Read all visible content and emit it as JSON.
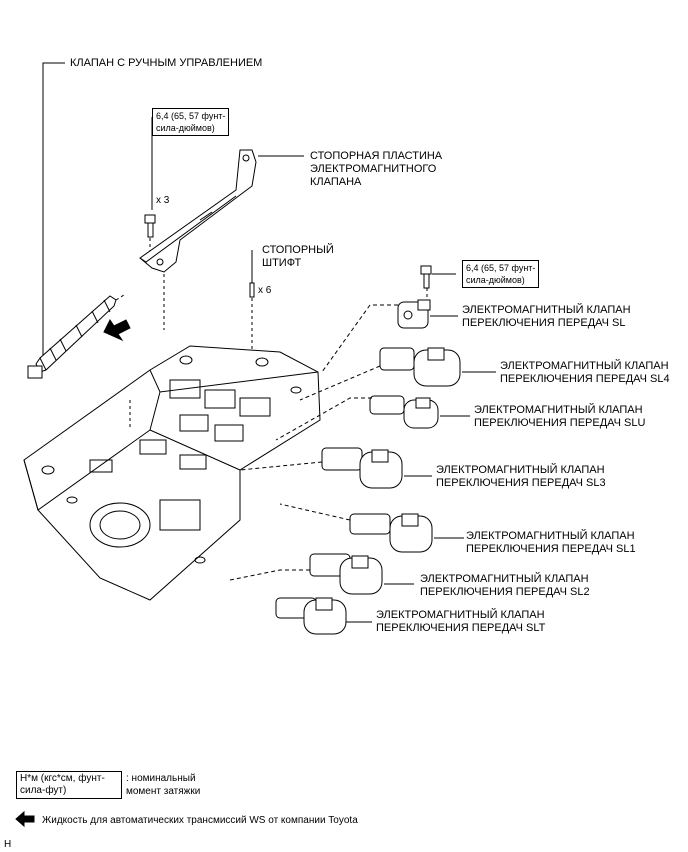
{
  "labels": {
    "manual_valve": "КЛАПАН С РУЧНЫМ УПРАВЛЕНИЕМ",
    "torque_top_line1": "6,4 (65, 57 фунт-",
    "torque_top_line2": "сила-дюймов)",
    "count_x3": "x 3",
    "lock_plate_line1": "СТОПОРНАЯ ПЛАСТИНА",
    "lock_plate_line2": "ЭЛЕКТРОМАГНИТНОГО",
    "lock_plate_line3": "КЛАПАНА",
    "stop_pin_line1": "СТОПОРНЫЙ",
    "stop_pin_line2": "ШТИФТ",
    "count_x6": "x 6",
    "torque_right_line1": "6,4 (65, 57 фунт-",
    "torque_right_line2": "сила-дюймов)"
  },
  "solenoids": [
    {
      "line1": "ЭЛЕКТРОМАГНИТНЫЙ КЛАПАН",
      "line2": "ПЕРЕКЛЮЧЕНИЯ ПЕРЕДАЧ SL"
    },
    {
      "line1": "ЭЛЕКТРОМАГНИТНЫЙ КЛАПАН",
      "line2": "ПЕРЕКЛЮЧЕНИЯ ПЕРЕДАЧ SL4"
    },
    {
      "line1": "ЭЛЕКТРОМАГНИТНЫЙ КЛАПАН",
      "line2": "ПЕРЕКЛЮЧЕНИЯ ПЕРЕДАЧ SLU"
    },
    {
      "line1": "ЭЛЕКТРОМАГНИТНЫЙ КЛАПАН",
      "line2": "ПЕРЕКЛЮЧЕНИЯ ПЕРЕДАЧ SL3"
    },
    {
      "line1": "ЭЛЕКТРОМАГНИТНЫЙ КЛАПАН",
      "line2": "ПЕРЕКЛЮЧЕНИЯ ПЕРЕДАЧ SL1"
    },
    {
      "line1": "ЭЛЕКТРОМАГНИТНЫЙ КЛАПАН",
      "line2": "ПЕРЕКЛЮЧЕНИЯ ПЕРЕДАЧ SL2"
    },
    {
      "line1": "ЭЛЕКТРОМАГНИТНЫЙ КЛАПАН",
      "line2": "ПЕРЕКЛЮЧЕНИЯ ПЕРЕДАЧ SLT"
    }
  ],
  "legend": {
    "unit_line1": "Н*м (кгс*см, фунт-",
    "unit_line2": "сила-фут)",
    "desc_line1": ": номинальный",
    "desc_line2": "момент затяжки",
    "atf": "Жидкость для автоматических трансмиссий WS от компании Toyota"
  },
  "footer_mark": "H"
}
